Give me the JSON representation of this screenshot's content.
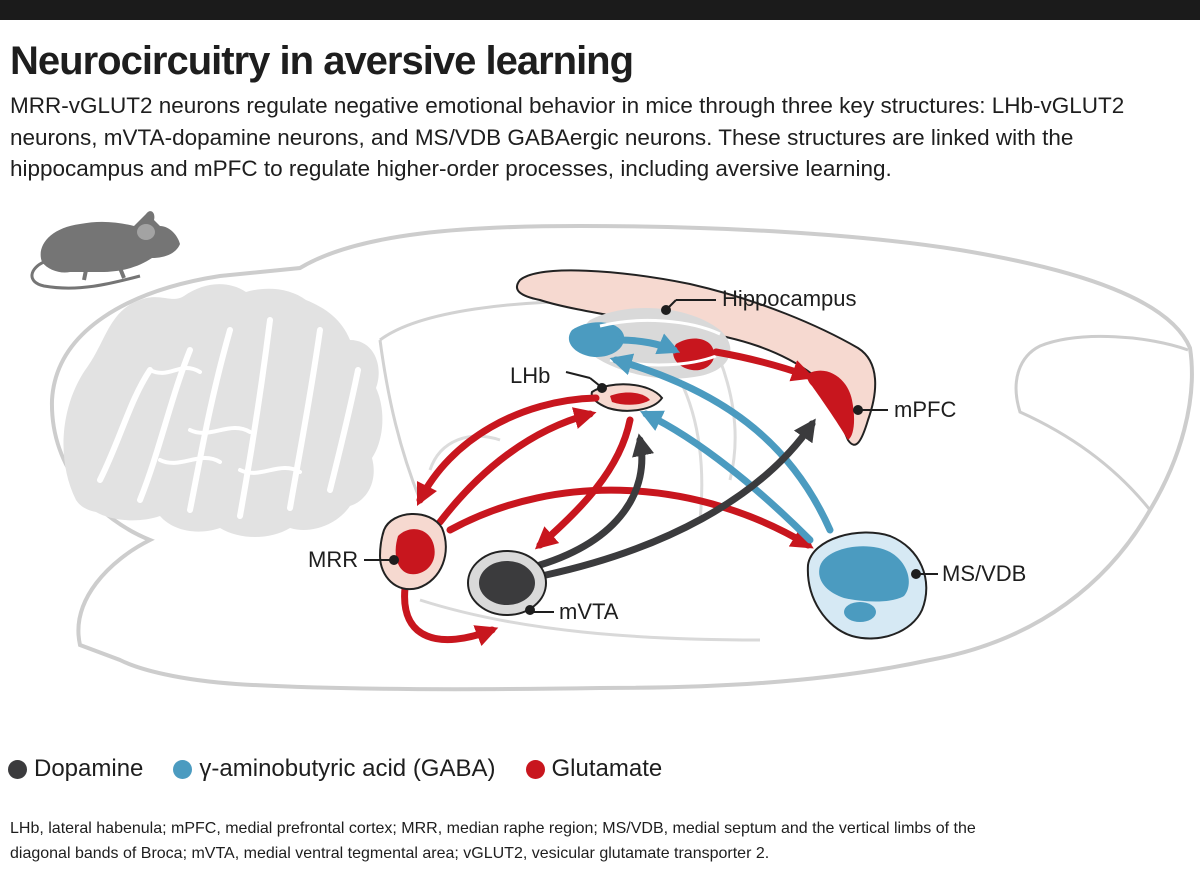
{
  "title": "Neurocircuitry in aversive learning",
  "subtitle_lines": [
    "MRR-vGLUT2 neurons regulate negative emotional behavior in mice through three key structures: LHb-vGLUT2",
    "neurons, mVTA-dopamine neurons, and MS/VDB GABAergic neurons. These structures are linked with the",
    "hippocampus and mPFC to regulate higher-order processes, including aversive learning."
  ],
  "labels": {
    "hippocampus": "Hippocampus",
    "lhb": "LHb",
    "mpfc": "mPFC",
    "mrr": "MRR",
    "mvta": "mVTA",
    "msvdb": "MS/VDB"
  },
  "legend": [
    {
      "label": "Dopamine",
      "color": "#3b3b3d"
    },
    {
      "label": "γ-aminobutyric acid (GABA)",
      "color": "#4b9bc0"
    },
    {
      "label": "Glutamate",
      "color": "#c8161e"
    }
  ],
  "footnote_lines": [
    "LHb, lateral habenula; mPFC, medial prefrontal cortex; MRR, median raphe region; MS/VDB, medial septum and the vertical limbs of the",
    "diagonal bands of Broca; mVTA, medial ventral tegmental area; vGLUT2, vesicular glutamate transporter 2."
  ],
  "colors": {
    "dopamine": "#3b3b3d",
    "gaba": "#4b9bc0",
    "glutamate": "#c8161e",
    "brain_outline": "#cfcfcf",
    "structure_fill_glut": "#f6d9d0",
    "structure_fill_gaba": "#d6e9f4",
    "structure_fill_da": "#d9d9d9"
  }
}
